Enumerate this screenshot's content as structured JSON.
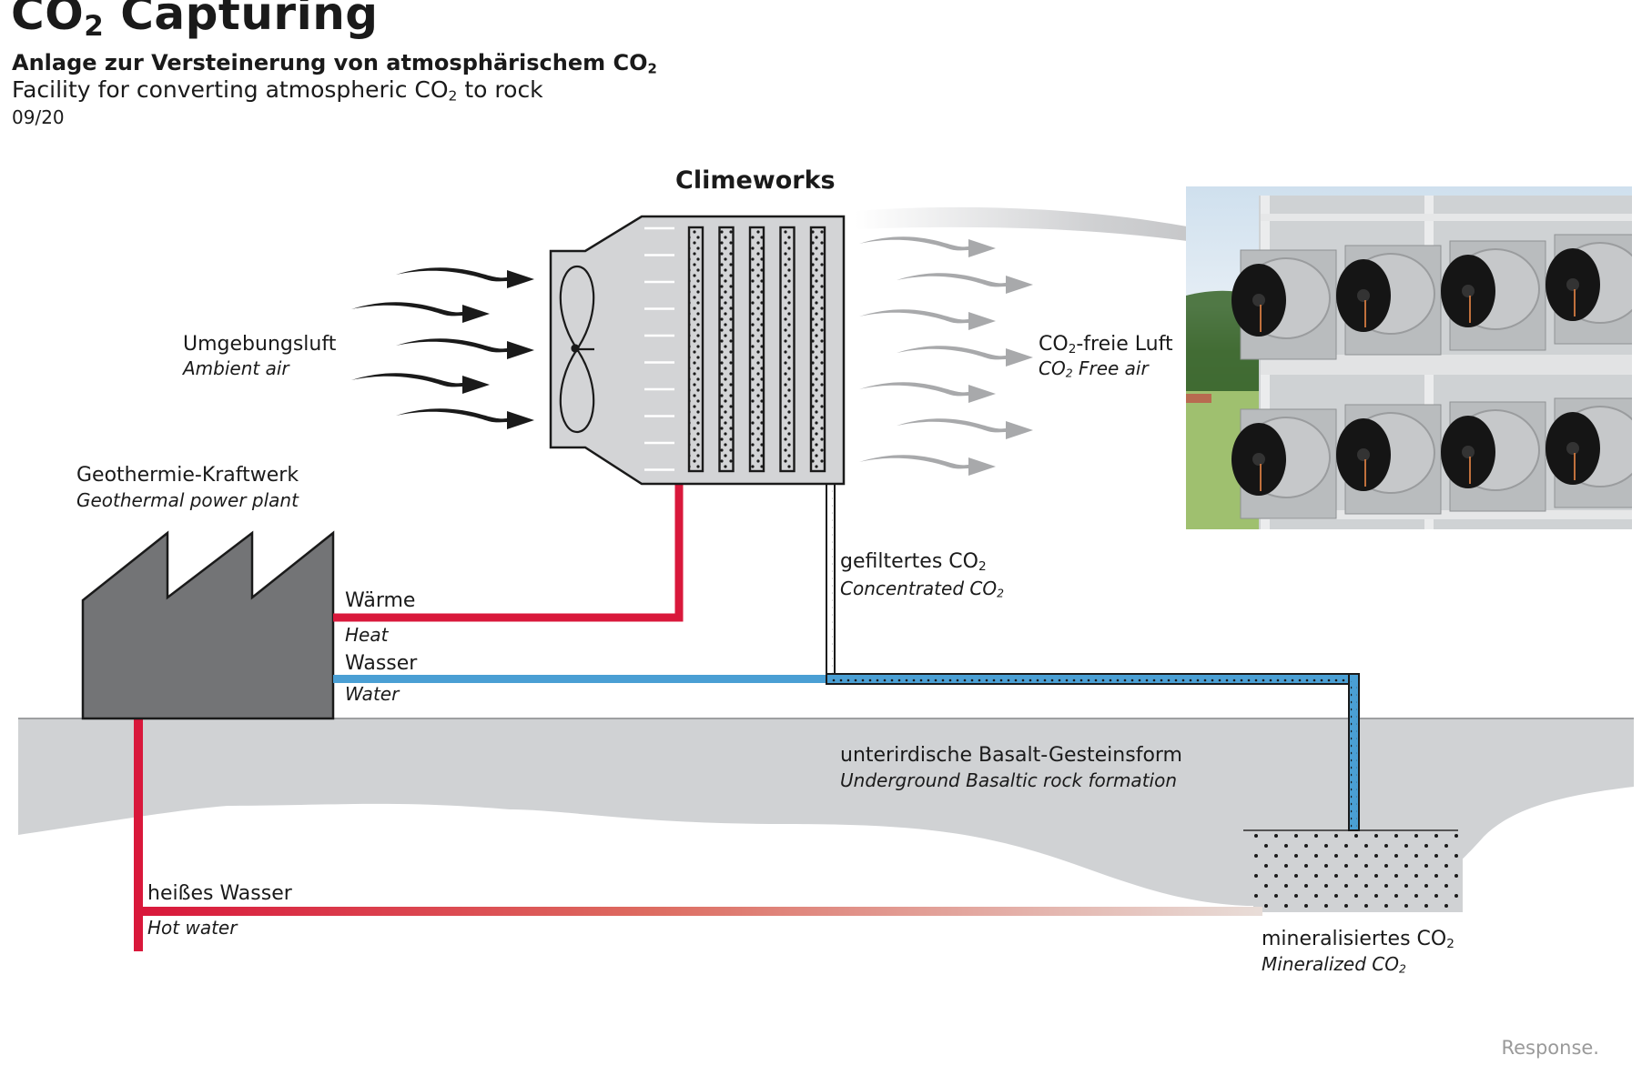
{
  "header": {
    "title_main": "CO",
    "title_sub": "2",
    "title_rest": " Capturing",
    "subtitle_de": "Anlage zur Versteinerung von atmosphärischem CO",
    "subtitle_de_sub": "2",
    "subtitle_en": "Facility for converting atmospheric CO",
    "subtitle_en_sub": "2",
    "subtitle_en_rest": " to rock",
    "date": "09/20"
  },
  "machine": {
    "label": "Climeworks",
    "filter_columns": 5,
    "fan": "fan-icon"
  },
  "labels": {
    "ambient_de": "Umgebungsluft",
    "ambient_en": "Ambient air",
    "free_de_pre": "CO",
    "free_de_sub": "2",
    "free_de_post": "-freie Luft",
    "free_en_pre": "CO",
    "free_en_sub": "2",
    "free_en_post": " Free air",
    "plant_de": "Geothermie-Kraftwerk",
    "plant_en": "Geothermal power plant",
    "heat_de": "Wärme",
    "heat_en": "Heat",
    "water_de": "Wasser",
    "water_en": "Water",
    "filtered_de_pre": "gefiltertes CO",
    "filtered_de_sub": "2",
    "filtered_en_pre": "Concentrated CO",
    "filtered_en_sub": "2",
    "rock_de": "unterirdische Basalt-Gesteinsform",
    "rock_en": "Underground Basaltic rock formation",
    "hotwater_de": "heißes Wasser",
    "hotwater_en": "Hot water",
    "mineral_de_pre": "mineralisiertes CO",
    "mineral_de_sub": "2",
    "mineral_en_pre": "Mineralized CO",
    "mineral_en_sub": "2"
  },
  "flows": {
    "ambient_arrows": 5,
    "free_air_arrows": 7
  },
  "colors": {
    "heat_pipe": "#d9183b",
    "water_pipe": "#4a9fd4",
    "ground": "#d0d2d4",
    "machine_body": "#d3d4d6",
    "factory": "#737476",
    "inflow_arrow": "#1a1a1a",
    "outflow_arrow": "#a8a9ab"
  },
  "photo": {
    "caption": "Climeworks direct air capture fan array",
    "fan_units": 8
  },
  "watermark": "Response."
}
